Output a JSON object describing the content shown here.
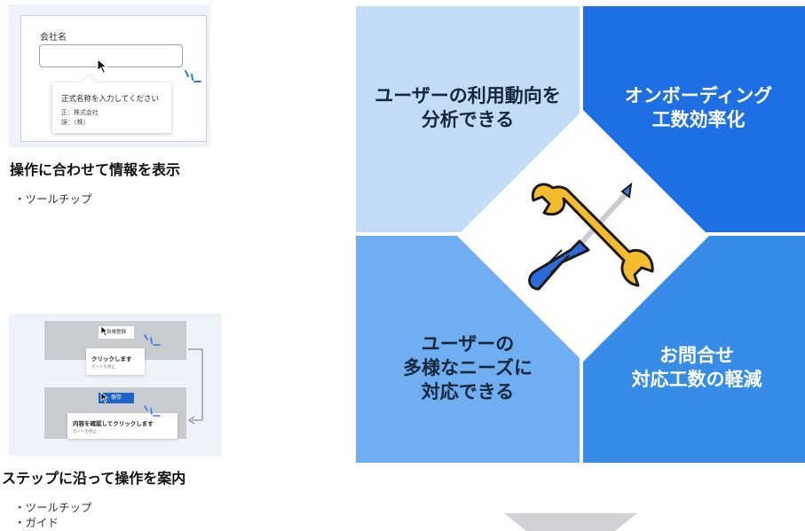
{
  "left": {
    "card1": {
      "field_label": "会社名",
      "tooltip_title": "正式名称を入力してください",
      "tooltip_line1": "正：株式会社",
      "tooltip_line2": "誤：（株）"
    },
    "section1": {
      "title": "操作に合わせて情報を表示",
      "bullets": [
        "・ツールチップ"
      ]
    },
    "card2": {
      "step1_button": "新規登録",
      "step1_tip": "クリックします",
      "step1_sub": "ガイドを停止",
      "step2_button": "保存",
      "step2_tip": "内容を確認してクリックします",
      "step2_sub": "ガイドを停止"
    },
    "section2": {
      "title": "ステップに沿って操作を案内",
      "bullets": [
        "・ツールチップ",
        "・ガイド"
      ]
    }
  },
  "diagram": {
    "quadrants": {
      "top_left": "ユーザーの利用動向を\n分析できる",
      "top_right": "オンボーディング\n工数効率化",
      "bottom_left": "ユーザーの\n多様なニーズに\n対応できる",
      "bottom_right": "お問合せ\n対応工数の軽減"
    },
    "center_icon": "wrench-and-screwdriver-icon",
    "colors": {
      "top_left": "#c2dcf7",
      "top_right": "#1e6fe3",
      "bottom_left": "#6faef1",
      "bottom_right": "#378ce8"
    }
  },
  "footer_icon": "down-arrow-icon"
}
